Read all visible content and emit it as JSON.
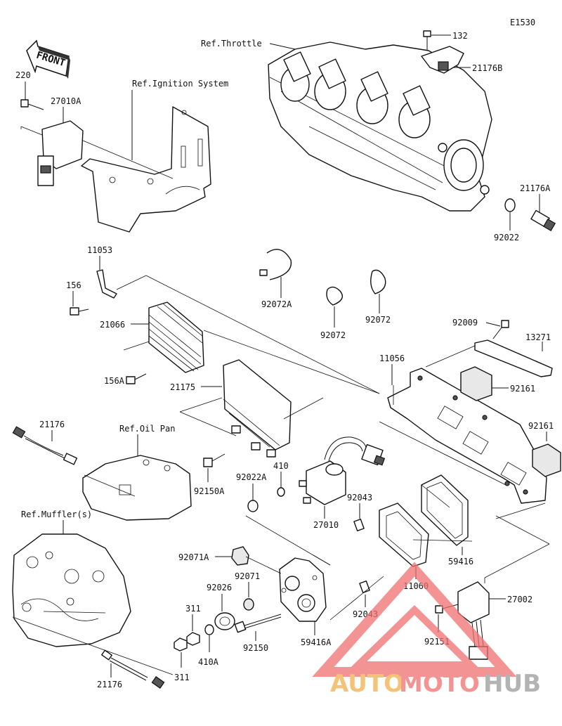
{
  "diagram": {
    "code": "E1530",
    "front_label": "FRONT",
    "refs": {
      "throttle": "Ref.Throttle",
      "ignition": "Ref.Ignition System",
      "oil_pan": "Ref.Oil Pan",
      "muffler": "Ref.Muffler(s)"
    },
    "parts": {
      "p132": "132",
      "p21176B": "21176B",
      "p21176A": "21176A",
      "p92022": "92022",
      "p220": "220",
      "p27010A": "27010A",
      "p11053": "11053",
      "p156": "156",
      "p21066": "21066",
      "p156A": "156A",
      "p92072A": "92072A",
      "p92072_1": "92072",
      "p92072_2": "92072",
      "p92009": "92009",
      "p13271": "13271",
      "p11056": "11056",
      "p92161_1": "92161",
      "p92161_2": "92161",
      "p21175": "21175",
      "p21176_top": "21176",
      "p92150A": "92150A",
      "p410": "410",
      "p92022A": "92022A",
      "p27010": "27010",
      "p92043_1": "92043",
      "p59416": "59416",
      "p11060": "11060",
      "p92071A": "92071A",
      "p92071": "92071",
      "p92026": "92026",
      "p311_1": "311",
      "p311_2": "311",
      "p410A": "410A",
      "p92150": "92150",
      "p59416A": "59416A",
      "p92043_2": "92043",
      "p27002": "27002",
      "p92151": "92151",
      "p21176_bottom": "21176"
    }
  },
  "watermark": {
    "part1": "AUTO",
    "part2": "MOTO",
    "part3": "HUB"
  }
}
